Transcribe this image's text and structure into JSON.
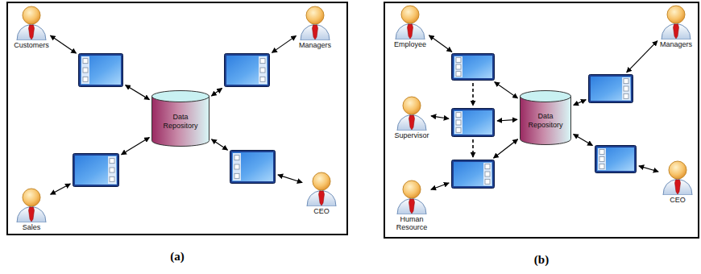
{
  "diagram": {
    "nodes": [
      {
        "text": [
          "(a)"
        ]
      },
      {
        "text": [
          "Customers"
        ],
        "in": 0
      },
      {
        "text": [
          "Managers"
        ],
        "in": 0
      },
      {
        "text": [],
        "in": 0
      },
      {
        "text": [],
        "in": 0
      },
      {
        "text": [
          "Data Repository"
        ],
        "in": 0
      },
      {
        "text": [],
        "in": 0
      },
      {
        "text": [],
        "in": 0
      },
      {
        "text": [
          "Sales"
        ],
        "in": 0
      },
      {
        "text": [
          "CEO"
        ],
        "in": 0
      },
      {
        "text": [
          "(b)"
        ]
      },
      {
        "text": [
          "Employee"
        ],
        "in": 10
      },
      {
        "text": [
          "Managers"
        ],
        "in": 10
      },
      {
        "text": [],
        "in": 10
      },
      {
        "text": [],
        "in": 10
      },
      {
        "text": [
          "Supervisor"
        ],
        "in": 10
      },
      {
        "text": [],
        "in": 10
      },
      {
        "text": [
          "Data Repository"
        ],
        "in": 10
      },
      {
        "text": [],
        "in": 10
      },
      {
        "text": [],
        "in": 10
      },
      {
        "text": [
          "Human Resource"
        ],
        "in": 10
      },
      {
        "text": [
          "CEO"
        ],
        "in": 10
      }
    ],
    "edges": [
      {
        "from": 1,
        "to": 3,
        "arrow": "both"
      },
      {
        "from": 3,
        "to": 5,
        "arrow": "both"
      },
      {
        "from": 2,
        "to": 4,
        "arrow": "both"
      },
      {
        "from": 4,
        "to": 5,
        "arrow": "both"
      },
      {
        "from": 8,
        "to": 6,
        "arrow": "both"
      },
      {
        "from": 6,
        "to": 5,
        "arrow": "both"
      },
      {
        "from": 9,
        "to": 7,
        "arrow": "both"
      },
      {
        "from": 7,
        "to": 5,
        "arrow": "both"
      },
      {
        "from": 11,
        "to": 13,
        "arrow": "both"
      },
      {
        "from": 13,
        "to": 17,
        "arrow": "both"
      },
      {
        "from": 13,
        "to": 16,
        "arrow": "to"
      },
      {
        "from": 16,
        "to": 19,
        "arrow": "to"
      },
      {
        "from": 15,
        "to": 16,
        "arrow": "both"
      },
      {
        "from": 16,
        "to": 17,
        "arrow": "both"
      },
      {
        "from": 19,
        "to": 17,
        "arrow": "both"
      },
      {
        "from": 20,
        "to": 19,
        "arrow": "both"
      },
      {
        "from": 12,
        "to": 14,
        "arrow": "both"
      },
      {
        "from": 14,
        "to": 17,
        "arrow": "both"
      },
      {
        "from": 21,
        "to": 18,
        "arrow": "both"
      },
      {
        "from": 18,
        "to": 17,
        "arrow": "both"
      }
    ]
  }
}
